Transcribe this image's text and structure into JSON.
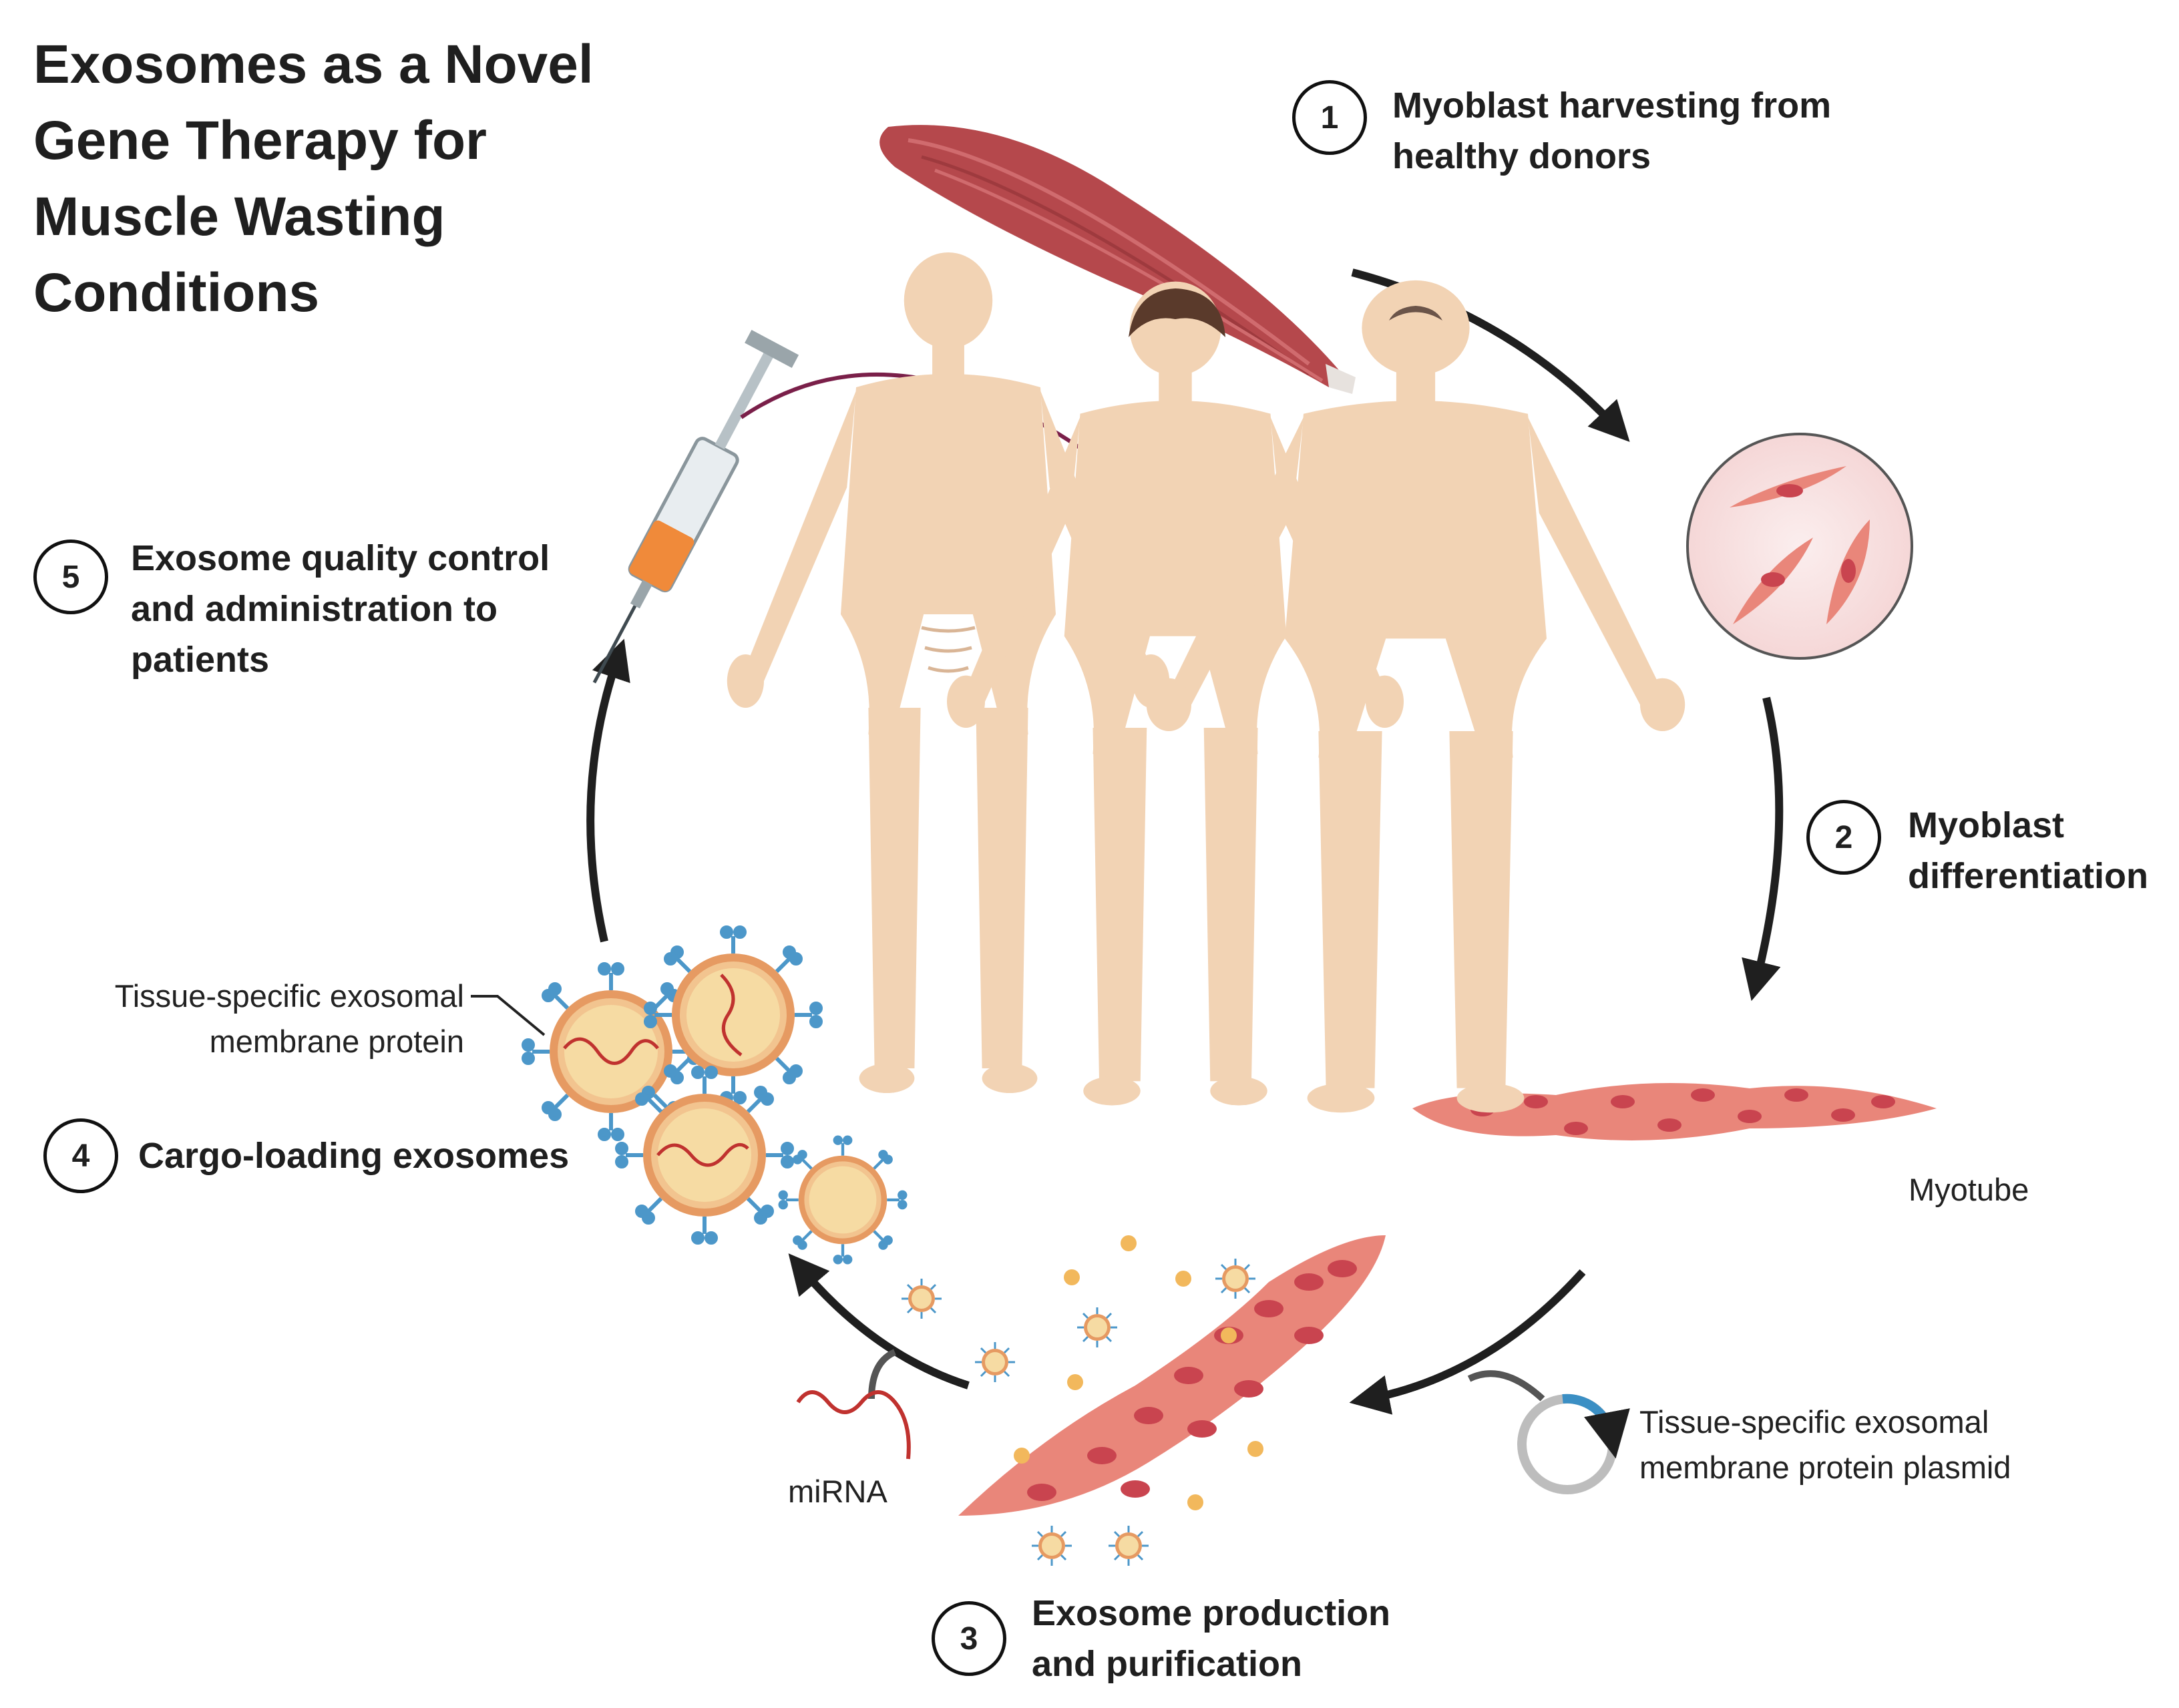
{
  "title": [
    "Exosomes as a Novel",
    "Gene Therapy for",
    "Muscle Wasting",
    "Conditions"
  ],
  "steps": [
    {
      "number": "1",
      "lines": [
        "Myoblast harvesting from",
        "healthy donors"
      ]
    },
    {
      "number": "2",
      "lines": [
        "Myoblast",
        "differentiation"
      ]
    },
    {
      "number": "3",
      "lines": [
        "Exosome production",
        "and purification"
      ]
    },
    {
      "number": "4",
      "lines": [
        "Cargo-loading exosomes"
      ]
    },
    {
      "number": "5",
      "lines": [
        "Exosome quality control",
        "and administration to",
        "patients"
      ]
    }
  ],
  "labels": {
    "myotube": "Myotube",
    "plasmid": [
      "Tissue-specific exosomal",
      "membrane protein plasmid"
    ],
    "mirna": "miRNA",
    "membrane_protein": [
      "Tissue-specific exosomal",
      "membrane protein"
    ]
  },
  "colors": {
    "muscle": "#b5484c",
    "cell_fill": "#e9867a",
    "nucleus": "#c9444f",
    "skin": "#f2d3b4",
    "exosome_core": "#f6dba3",
    "exosome_ring": "#e69a62",
    "protein": "#4c97c9",
    "arrow": "#1f1f1f",
    "patient_arrow": "#7a1f49"
  },
  "icons": [
    "muscle-icon",
    "myoblast-cells-icon",
    "myotube-icon",
    "producing-cell-icon",
    "plasmid-icon",
    "mirna-icon",
    "exosome-icon",
    "syringe-icon",
    "patient-figures-icon"
  ]
}
